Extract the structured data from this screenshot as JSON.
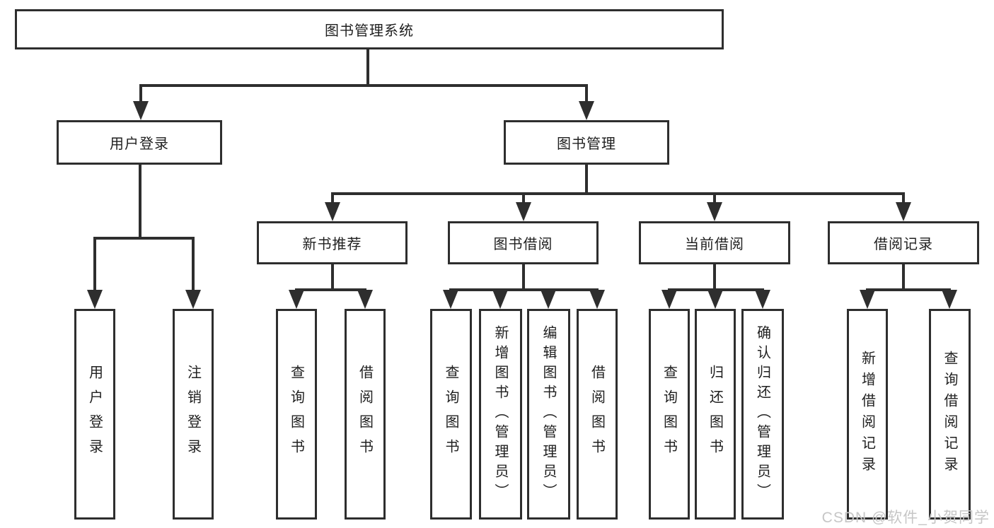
{
  "diagram": {
    "root": {
      "label": "图书管理系统"
    },
    "level2": [
      {
        "id": "user-login",
        "label": "用户登录"
      },
      {
        "id": "book-management",
        "label": "图书管理"
      }
    ],
    "level3": [
      {
        "id": "new-book-recommend",
        "label": "新书推荐"
      },
      {
        "id": "book-borrow",
        "label": "图书借阅"
      },
      {
        "id": "current-borrow",
        "label": "当前借阅"
      },
      {
        "id": "borrow-records",
        "label": "借阅记录"
      }
    ],
    "leaves": {
      "user_login": [
        {
          "label": "用户登录"
        },
        {
          "label": "注销登录"
        }
      ],
      "new_book_recommend": [
        {
          "label": "查询图书"
        },
        {
          "label": "借阅图书"
        }
      ],
      "book_borrow": [
        {
          "label": "查询图书"
        },
        {
          "label": "新增图书（管理员）"
        },
        {
          "label": "编辑图书（管理员）"
        },
        {
          "label": "借阅图书"
        }
      ],
      "current_borrow": [
        {
          "label": "查询图书"
        },
        {
          "label": "归还图书"
        },
        {
          "label": "确认归还（管理员）"
        }
      ],
      "borrow_records": [
        {
          "label": "新增借阅记录"
        },
        {
          "label": "查询借阅记录"
        }
      ]
    }
  },
  "watermark": {
    "text": "CSDN @软件_小贺同学"
  },
  "colors": {
    "line": "#2e2e2e",
    "box_border": "#2e2e2e",
    "text": "#1f1f1f",
    "background": "#ffffff",
    "watermark": "#c6c6c6"
  }
}
